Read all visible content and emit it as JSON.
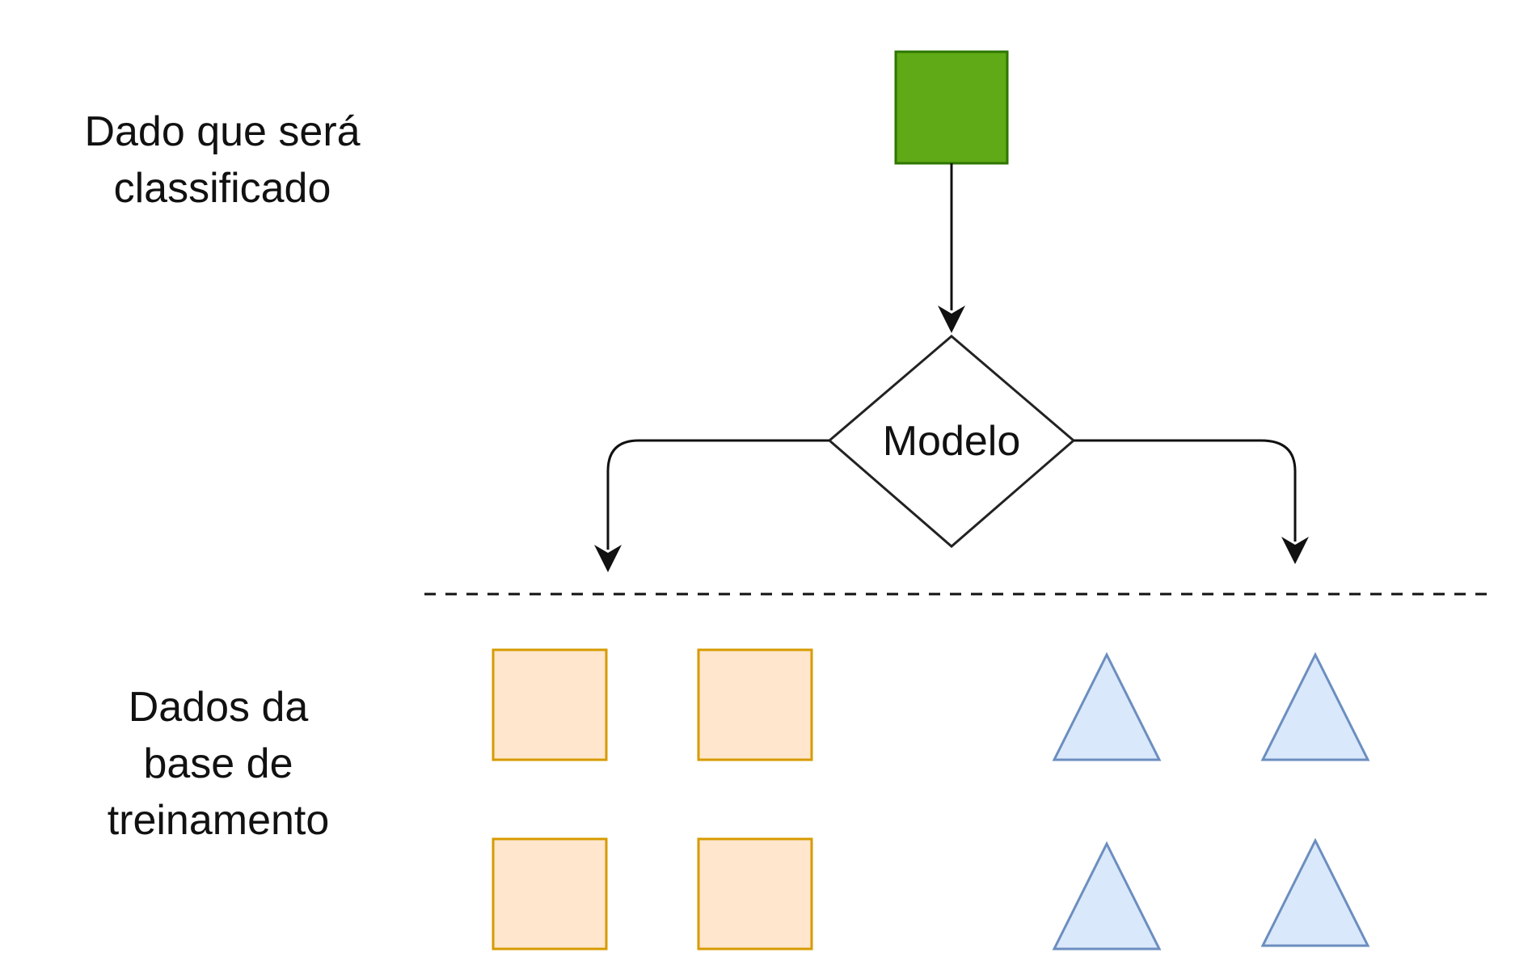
{
  "labels": {
    "query_data": "Dado que será\nclassificado",
    "training_data": "Dados da\nbase de\ntreinamento",
    "model": "Modelo"
  },
  "colors": {
    "query_fill": "#60a917",
    "query_stroke": "#2d7600",
    "class_a_fill": "#ffe6cc",
    "class_a_stroke": "#d79b00",
    "class_b_fill": "#dae8fc",
    "class_b_stroke": "#6c8ebf",
    "line": "#111111"
  },
  "training_samples": {
    "squares": 4,
    "triangles": 4
  }
}
